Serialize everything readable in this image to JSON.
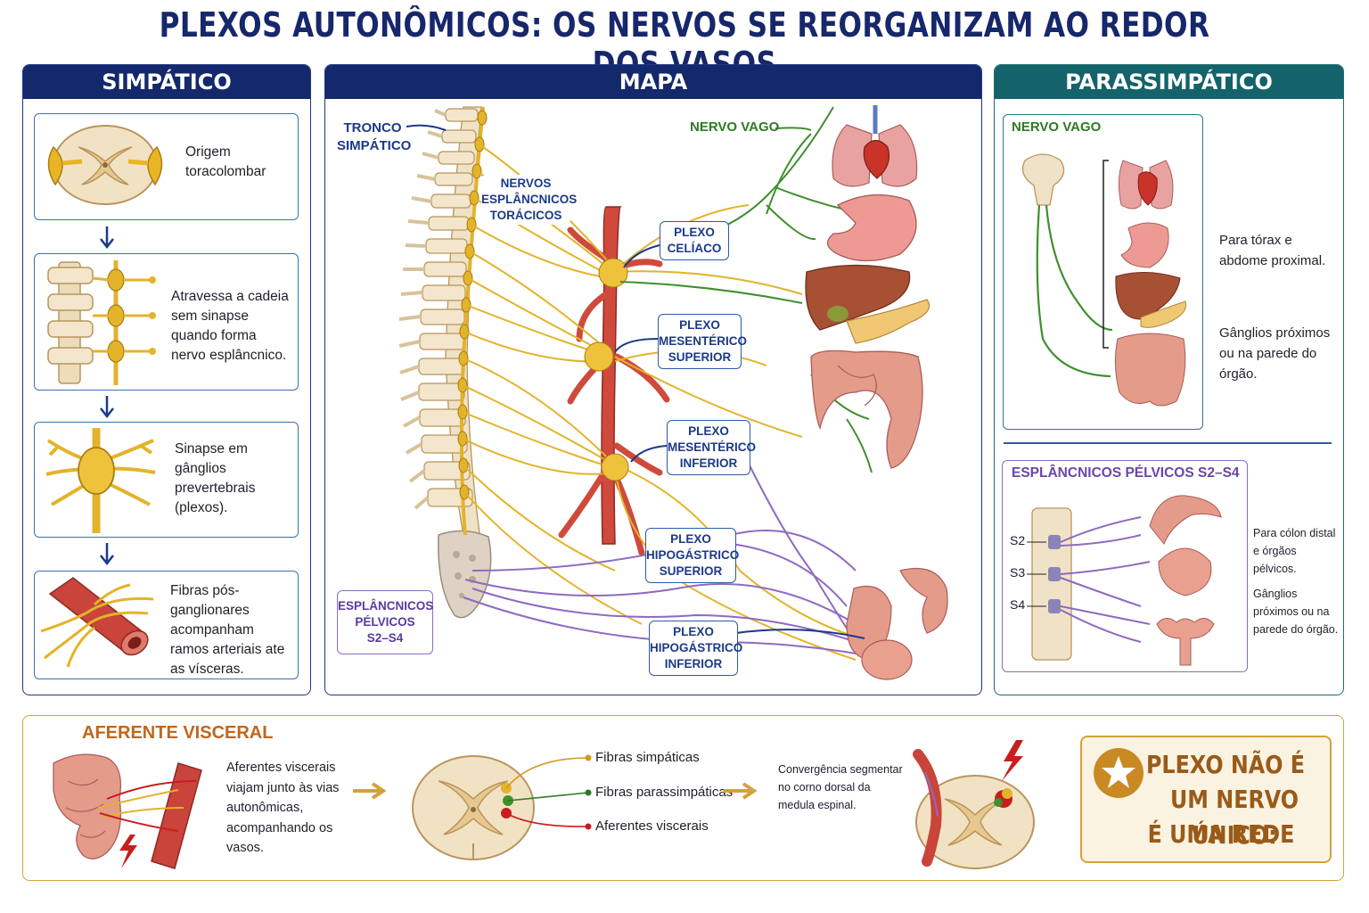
{
  "title": "PLEXOS AUTONÔMICOS: OS NERVOS SE REORGANIZAM AO REDOR DOS VASOS",
  "sympathetic": {
    "heading": "SIMPÁTICO",
    "steps": [
      {
        "text": "Origem toracolombar"
      },
      {
        "text": "Atravessa a cadeia sem sinapse quando forma nervo esplâncnico."
      },
      {
        "text": "Sinapse em gânglios prevertebrais (plexos)."
      },
      {
        "text": "Fibras pós-ganglionares acompanham ramos arteriais ate as vísceras."
      }
    ]
  },
  "map": {
    "heading": "MAPA",
    "tronco_line1": "TRONCO",
    "tronco_line2": "SIMPÁTICO",
    "esplancnicos_toracicos": [
      "NERVOS",
      "ESPLÂNCNICOS",
      "TORÁCICOS"
    ],
    "nervo_vago": "NERVO VAGO",
    "plexo_celiaco": [
      "PLEXO",
      "CELÍACO"
    ],
    "plexo_mes_sup": [
      "PLEXO",
      "MESENTÉRICO",
      "SUPERIOR"
    ],
    "plexo_mes_inf": [
      "PLEXO",
      "MESENTÉRICO",
      "INFERIOR"
    ],
    "plexo_hipo_sup": [
      "PLEXO",
      "HIPOGÁSTRICO",
      "SUPERIOR"
    ],
    "plexo_hipo_inf": [
      "PLEXO",
      "HIPOGÁSTRICO",
      "INFERIOR"
    ],
    "esplancnicos_pelvicos": [
      "ESPLÂNCNICOS",
      "PÉLVICOS",
      "S2–S4"
    ]
  },
  "parasympathetic": {
    "heading": "PARASSIMPÁTICO",
    "vago_title": "NERVO VAGO",
    "vago_text1": "Para tórax e abdome proximal.",
    "vago_text2": "Gânglios próximos ou na parede do órgão.",
    "pelvic_title": "ESPLÂNCNICOS PÉLVICOS S2–S4",
    "segments": [
      "S2",
      "S3",
      "S4"
    ],
    "pelvic_text1": "Para cólon distal e órgãos pélvicos.",
    "pelvic_text2": "Gânglios próximos ou na parede do órgão."
  },
  "afferent": {
    "title": "AFERENTE VISCERAL",
    "text": "Aferentes viscerais viajam junto às vias autonômicas, acompanhando os vasos.",
    "legend": [
      {
        "label": "Fibras simpáticas",
        "color": "#d49a1c"
      },
      {
        "label": "Fibras parassimpáticas",
        "color": "#2f7a25"
      },
      {
        "label": "Aferentes viscerais",
        "color": "#c81e1e"
      }
    ],
    "convergence": "Convergência segmentar no corno dorsal da medula espinal.",
    "key_line1": "PLEXO NÃO É",
    "key_line2": "UM NERVO ÚNICO:",
    "key_line3": "É UMA REDE"
  },
  "colors": {
    "navy": "#14296b",
    "teal": "#14636a",
    "sympathetic": "#e3b32a",
    "parasympathetic": "#3f8f2d",
    "pelvic": "#8e6ac0",
    "artery": "#c9443a",
    "gold": "#d4a23a"
  }
}
